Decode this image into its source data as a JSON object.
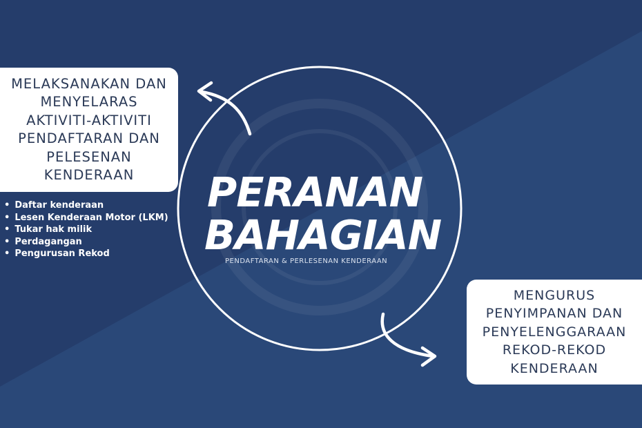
{
  "colors": {
    "background_dark": "#253d6b",
    "background_light": "#2b4a7c",
    "text_dark": "#2b3a57",
    "white": "#ffffff"
  },
  "center": {
    "title_line1": "PERANAN",
    "title_line2": "BAHAGIAN",
    "subtitle": "PENDAFTARAN & PERLESENAN KENDERAAN"
  },
  "left_box": {
    "lines": [
      "MELAKSANAKAN DAN",
      "MENYELARAS",
      "AKTIVITI-AKTIVITI",
      "PENDAFTARAN DAN",
      "PELESENAN",
      "KENDERAAN"
    ]
  },
  "bullets": [
    "Daftar kenderaan",
    "Lesen Kenderaan Motor (LKM)",
    "Tukar hak milik",
    "Perdagangan",
    "Pengurusan Rekod"
  ],
  "right_box": {
    "lines": [
      "MENGURUS",
      "PENYIMPANAN DAN",
      "PENYELENGGARAAN",
      "REKOD-REKOD",
      "KENDERAAN"
    ]
  }
}
